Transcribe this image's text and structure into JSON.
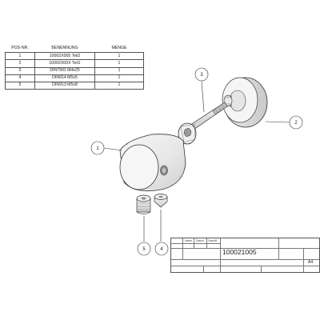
{
  "bom": {
    "headers": [
      "POS-NR.",
      "BENENNUNG",
      "MENGE"
    ],
    "rows": [
      {
        "pos": "1",
        "name": "10002X005 Teil2",
        "qty": "1"
      },
      {
        "pos": "2",
        "name": "10002X00X Teil1",
        "qty": "1"
      },
      {
        "pos": "3",
        "name": "DIN7991 M4x25",
        "qty": "1"
      },
      {
        "pos": "4",
        "name": "DIN914 M5x5",
        "qty": "1"
      },
      {
        "pos": "5",
        "name": "DIN913 M5x8",
        "qty": "1"
      }
    ]
  },
  "callouts": {
    "c1": "1",
    "c2": "2",
    "c3": "3",
    "c4": "4",
    "c5": "5"
  },
  "title_block": {
    "col_labels": [
      "Name",
      "Datum",
      "Geprüft"
    ],
    "drawing_no": "100021005",
    "format": "A4"
  },
  "colors": {
    "line": "#333333",
    "fill_light": "#f4f4f4",
    "fill_mid": "#e2e2e2",
    "fill_dark": "#9a9a9a"
  }
}
